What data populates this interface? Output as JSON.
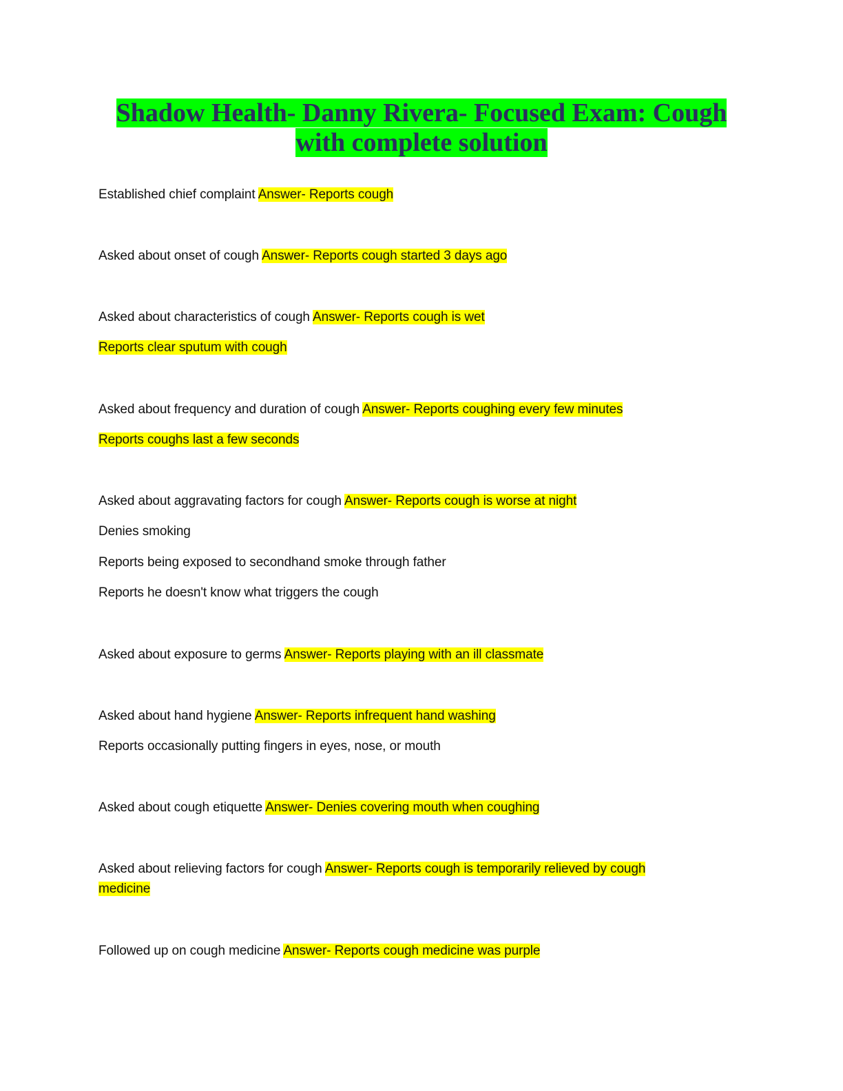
{
  "title": {
    "line1": "Shadow Health- Danny Rivera- Focused Exam: Cough",
    "line2": "with complete solution"
  },
  "colors": {
    "title_highlight": "#00ff00",
    "answer_highlight": "#ffff00",
    "title_text": "#2b2f5e"
  },
  "items": [
    {
      "q": "Established chief complaint",
      "a": "Answer- Reports cough"
    },
    {
      "q": "Asked about onset of cough",
      "a": "Answer- Reports cough started 3 days ago"
    },
    {
      "q": "Asked about characteristics of cough",
      "a": "Answer- Reports cough is wet"
    },
    {
      "q": "",
      "a": "Reports clear sputum with cough"
    },
    {
      "q": "Asked about frequency and duration of cough",
      "a": "Answer- Reports coughing every few minutes"
    },
    {
      "q": "",
      "a": "Reports coughs last a few seconds"
    },
    {
      "q": "Asked about aggravating factors for cough",
      "a": "Answer- Reports cough is worse at night"
    },
    {
      "q": "Denies smoking",
      "a": ""
    },
    {
      "q": "Reports being exposed to secondhand smoke through father",
      "a": ""
    },
    {
      "q": "Reports he doesn't know what triggers the cough",
      "a": ""
    },
    {
      "q": "Asked about exposure to germs",
      "a": "Answer- Reports playing with an ill classmate"
    },
    {
      "q": "Asked about hand hygiene",
      "a": "Answer- Reports infrequent hand washing"
    },
    {
      "q": "Reports occasionally putting fingers in eyes, nose, or mouth",
      "a": ""
    },
    {
      "q": "Asked about cough etiquette",
      "a": "Answer- Denies covering mouth when coughing"
    },
    {
      "q": "Asked about relieving factors for cough",
      "a": "Answer- Reports cough is temporarily relieved by cough medicine"
    },
    {
      "q": "Followed up on cough medicine",
      "a": "Answer- Reports cough medicine was purple"
    }
  ]
}
